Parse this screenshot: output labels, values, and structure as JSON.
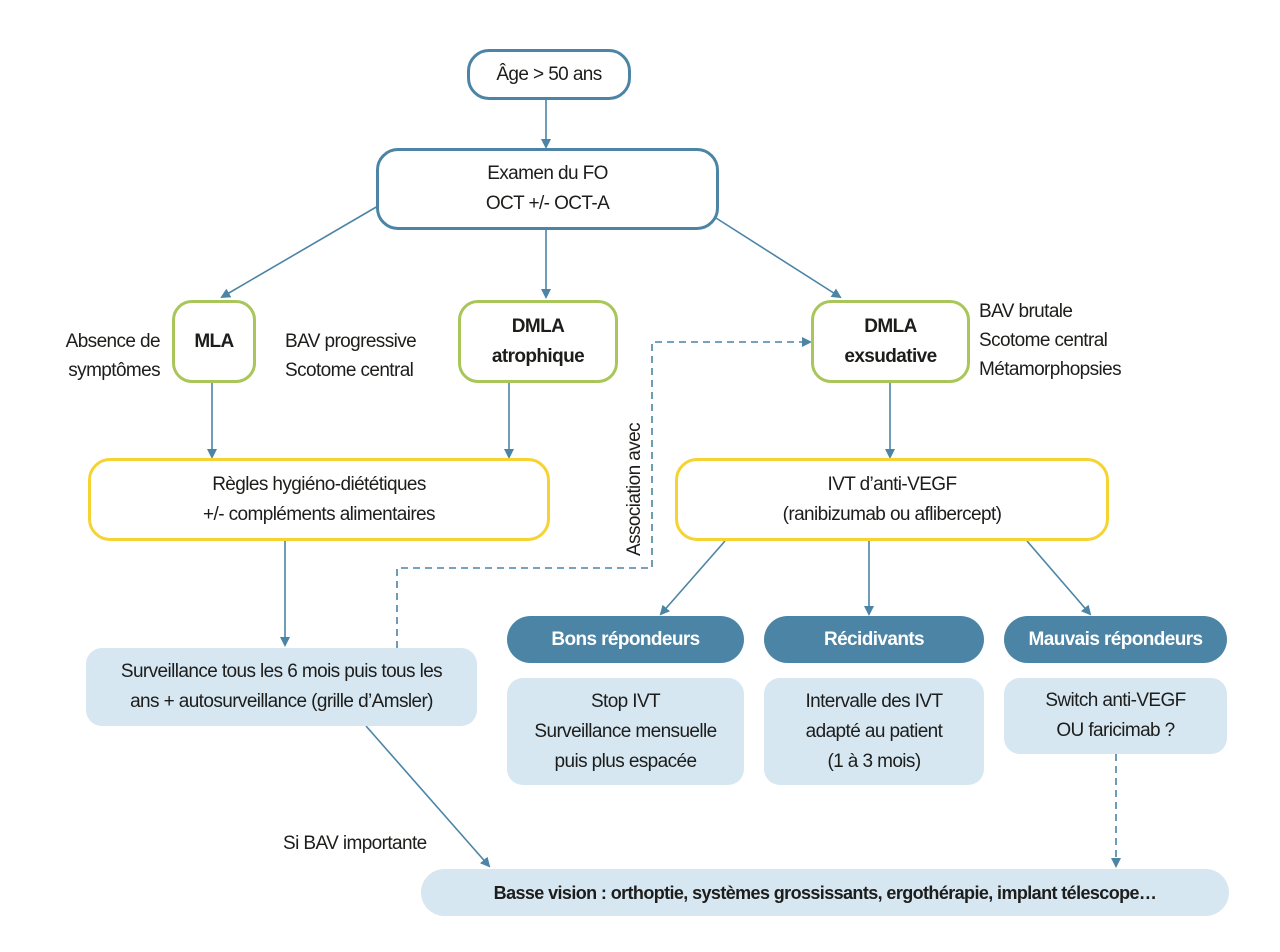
{
  "colors": {
    "edge": "#4b84a5",
    "outline_blue": "#4b84a5",
    "outline_green": "#a8c65a",
    "outline_yellow": "#f6d331",
    "fill_dark": "#4b84a5",
    "fill_light": "#d6e7f2"
  },
  "nodes": {
    "age": "Âge > 50 ans",
    "exam": "Examen du FO\nOCT +/- OCT-A",
    "mla": "MLA",
    "dmla_atrophic": "DMLA\natrophique",
    "dmla_exudative": "DMLA\nexsudative",
    "lifestyle": "Règles hygiéno-diététiques\n+/- compléments alimentaires",
    "anti_vegf": "IVT d’anti-VEGF\n(ranibizumab ou aflibercept)",
    "surveillance": "Surveillance tous les 6 mois puis tous les\nans + autosurveillance (grille d’Amsler)",
    "good_responders": "Bons répondeurs",
    "recurrent": "Récidivants",
    "poor_responders": "Mauvais répondeurs",
    "good_action": "Stop IVT\nSurveillance mensuelle\npuis plus espacée",
    "recurrent_action": "Intervalle des IVT\nadapté au patient\n(1 à 3 mois)",
    "poor_action": "Switch anti-VEGF\nOU faricimab ?",
    "low_vision": "Basse vision : orthoptie, systèmes grossissants, ergothérapie, implant télescope…"
  },
  "labels": {
    "no_symptoms": "Absence de\nsymptômes",
    "progressive": "BAV progressive\nScotome central",
    "sudden": "BAV brutale\nScotome central\nMétamorphopsies",
    "association": "Association avec",
    "severe_bav": "Si BAV importante"
  }
}
